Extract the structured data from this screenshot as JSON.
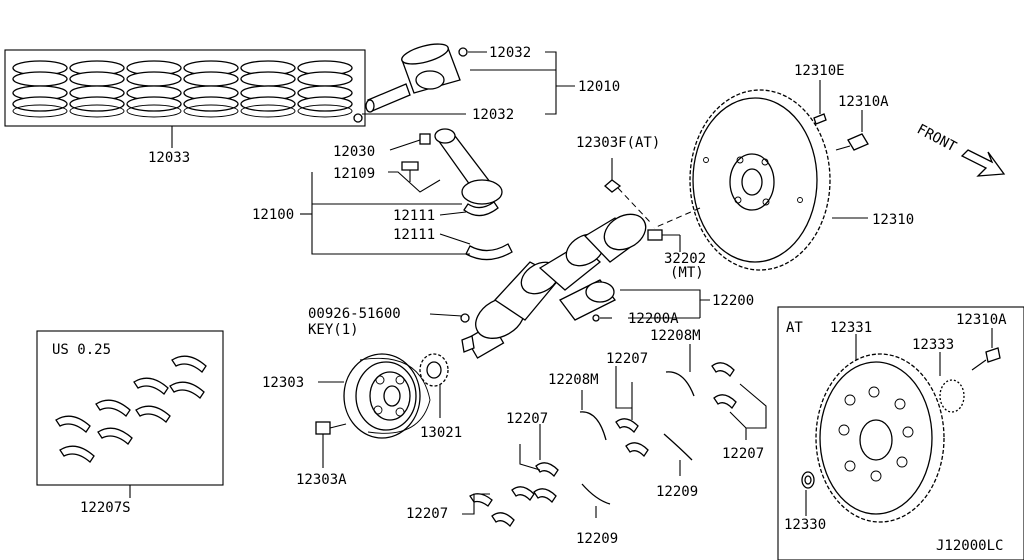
{
  "diagram": {
    "labels": {
      "p12033": "12033",
      "p12032a": "12032",
      "p12032b": "12032",
      "p12010": "12010",
      "p12030": "12030",
      "p12109": "12109",
      "p12100": "12100",
      "p12111a": "12111",
      "p12111b": "12111",
      "p12303F": "12303F(AT)",
      "p32202": "32202",
      "p32202mt": "(MT)",
      "p12310E": "12310E",
      "p12310A": "12310A",
      "p12310": "12310",
      "front": "FRONT",
      "p12200": "12200",
      "p12200A": "12200A",
      "p00926": "00926-51600",
      "key": "KEY(1)",
      "us": "US 0.25",
      "p12207S": "12207S",
      "p12303": "12303",
      "p13021": "13021",
      "p12303A": "12303A",
      "p12208Ma": "12208M",
      "p12208Mb": "12208M",
      "p12207a": "12207",
      "p12207b": "12207",
      "p12207c": "12207",
      "p12207d": "12207",
      "p12209a": "12209",
      "p12209b": "12209",
      "at": "AT",
      "p12331": "12331",
      "p12333": "12333",
      "p12310A2": "12310A",
      "p12330": "12330",
      "code": "J12000LC"
    }
  }
}
